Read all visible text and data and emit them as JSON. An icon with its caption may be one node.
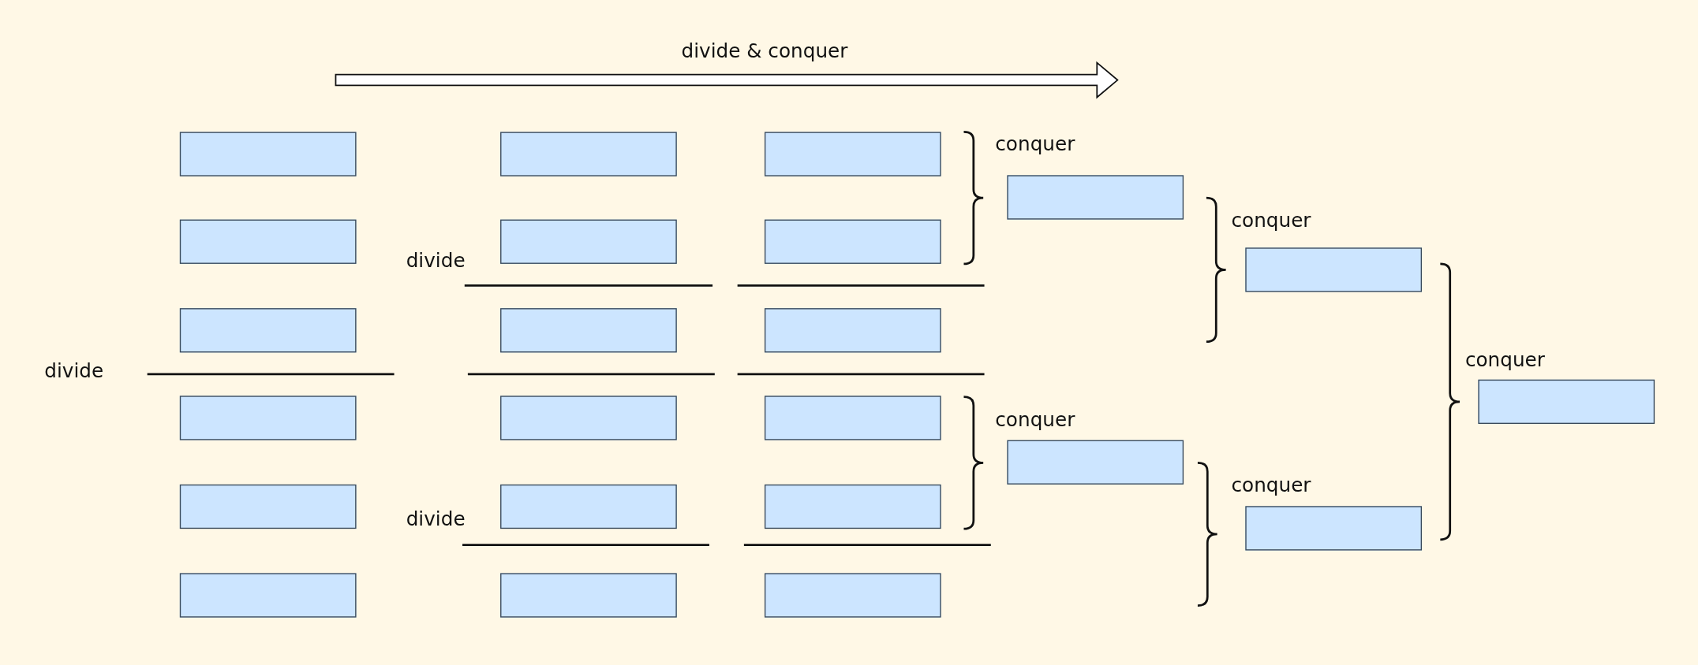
{
  "diagram": {
    "nodes": [
      {
        "text": [],
        "shape": "box"
      },
      {
        "text": [],
        "shape": "box"
      },
      {
        "text": [],
        "shape": "box"
      },
      {
        "text": [],
        "shape": "box"
      },
      {
        "text": [],
        "shape": "box"
      },
      {
        "text": [],
        "shape": "box"
      },
      {
        "text": [],
        "shape": "box"
      },
      {
        "text": [],
        "shape": "box"
      },
      {
        "text": [],
        "shape": "box"
      },
      {
        "text": [],
        "shape": "box"
      },
      {
        "text": [],
        "shape": "box"
      },
      {
        "text": [],
        "shape": "box"
      },
      {
        "text": [],
        "shape": "box"
      },
      {
        "text": [],
        "shape": "box"
      },
      {
        "text": [],
        "shape": "box"
      },
      {
        "text": [],
        "shape": "box"
      },
      {
        "text": [],
        "shape": "box"
      },
      {
        "text": [],
        "shape": "box"
      },
      {
        "text": [],
        "shape": "box"
      },
      {
        "text": [],
        "shape": "box"
      },
      {
        "text": [],
        "shape": "box"
      },
      {
        "text": [],
        "shape": "box"
      },
      {
        "text": [],
        "shape": "box"
      }
    ],
    "edges": [],
    "labels": [
      "divide & conquer",
      "conquer",
      "conquer",
      "divide",
      "conquer",
      "divide",
      "conquer",
      "conquer",
      "divide"
    ]
  }
}
